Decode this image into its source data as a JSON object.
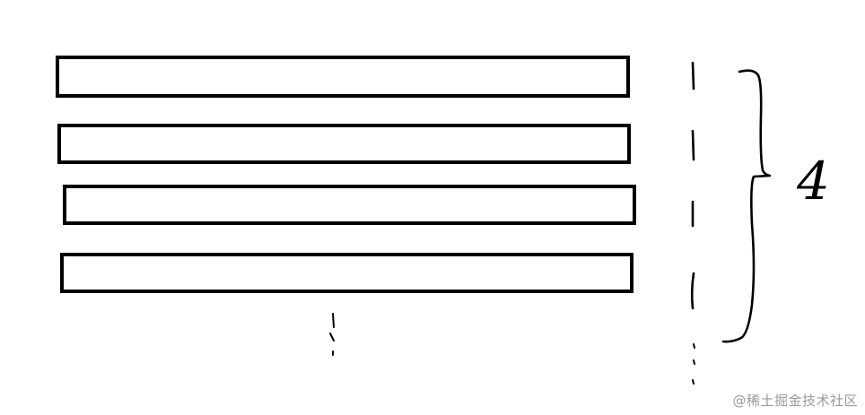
{
  "diagram": {
    "bars": [
      {
        "id": "bar-1"
      },
      {
        "id": "bar-2"
      },
      {
        "id": "bar-3"
      },
      {
        "id": "bar-4"
      }
    ],
    "brace_label": "4",
    "watermark": "@稀土掘金技术社区",
    "colors": {
      "stroke": "#000000",
      "background": "#ffffff",
      "watermark": "#9a9a9a"
    }
  }
}
